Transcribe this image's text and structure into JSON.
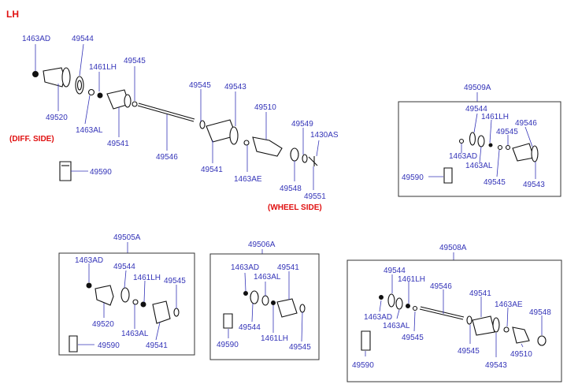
{
  "title": "LH",
  "side_labels": {
    "diff_side": "(DIFF. SIDE)",
    "wheel_side": "(WHEEL SIDE)"
  },
  "main": {
    "labels": [
      "1463AD",
      "49544",
      "1461LH",
      "49545",
      "49520",
      "1463AL",
      "49541",
      "49546",
      "49545",
      "49543",
      "49510",
      "49541",
      "1463AE",
      "49549",
      "1430AS",
      "49548",
      "49551",
      "49590"
    ]
  },
  "kit_49509A": {
    "title": "49509A",
    "labels": [
      "49544",
      "1461LH",
      "49546",
      "49545",
      "1463AD",
      "1463AL",
      "49590",
      "49545",
      "49543"
    ]
  },
  "kit_49505A": {
    "title": "49505A",
    "labels": [
      "1463AD",
      "49544",
      "1461LH",
      "49545",
      "49520",
      "1463AL",
      "49541",
      "49590"
    ]
  },
  "kit_49506A": {
    "title": "49506A",
    "labels": [
      "1463AD",
      "1463AL",
      "49541",
      "49544",
      "1461LH",
      "49590",
      "49545"
    ]
  },
  "kit_49508A": {
    "title": "49508A",
    "labels": [
      "49544",
      "1461LH",
      "49546",
      "49541",
      "1463AE",
      "49548",
      "1463AD",
      "1463AL",
      "49545",
      "49545",
      "49543",
      "49510",
      "49590"
    ]
  }
}
